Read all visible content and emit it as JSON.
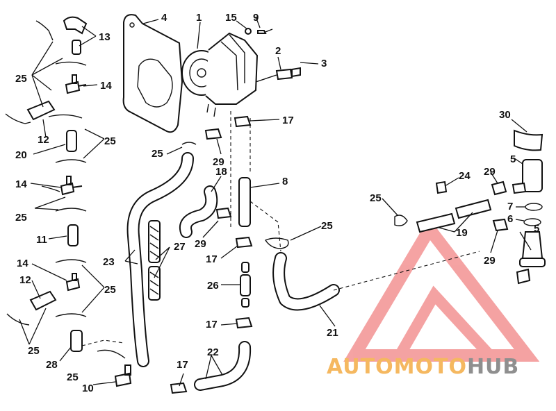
{
  "diagram": {
    "callouts": [
      "1",
      "2",
      "3",
      "4",
      "5",
      "6",
      "7",
      "8",
      "9",
      "10",
      "11",
      "12",
      "13",
      "14",
      "15",
      "17",
      "18",
      "19",
      "20",
      "21",
      "22",
      "23",
      "24",
      "25",
      "26",
      "27",
      "28",
      "29",
      "30"
    ]
  },
  "watermark": {
    "part_auto": "AUTO",
    "part_moto": "MOTO",
    "part_hub": "HUB",
    "colors": {
      "triangle": "#f28c8c",
      "auto": "#f5b860",
      "moto": "#f5b860",
      "hub": "#9a9a9a"
    }
  }
}
